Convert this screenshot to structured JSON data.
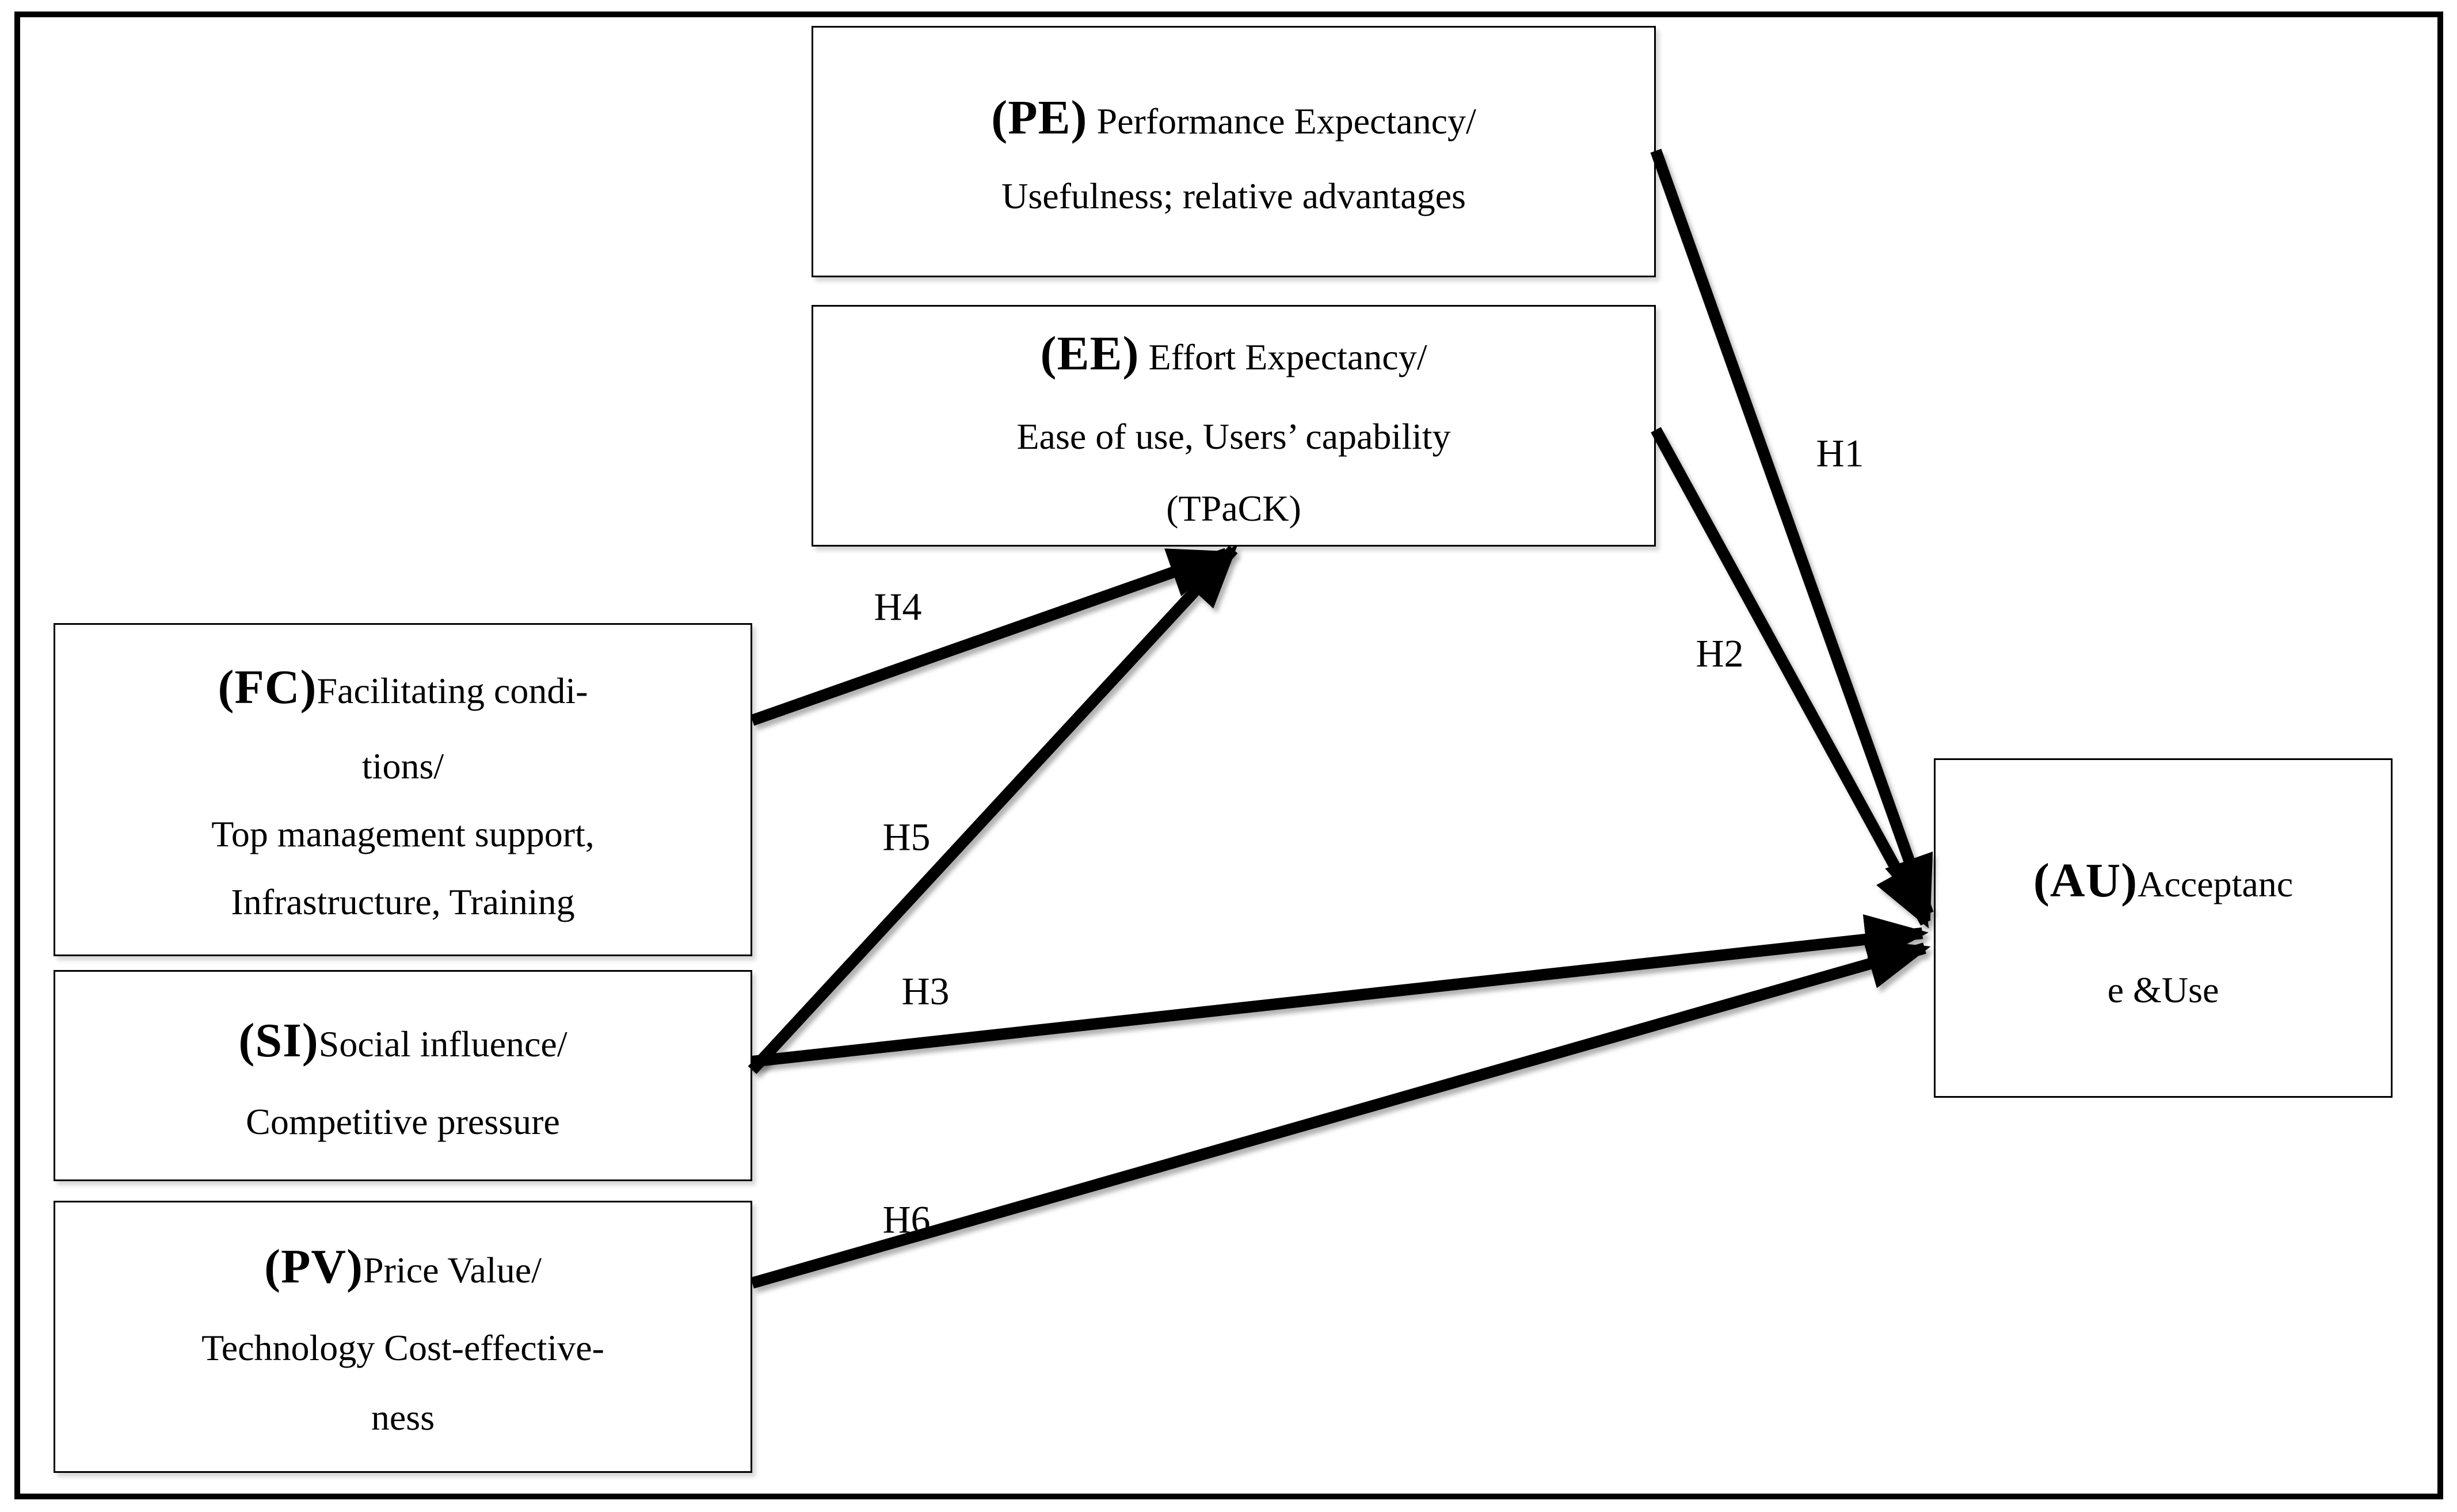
{
  "nodes": {
    "pe": {
      "code": "(PE)",
      "rest": " Performance Expectancy/",
      "lines": [
        "Usefulness; relative advantages"
      ]
    },
    "ee": {
      "code": "(EE)",
      "rest": " Effort Expectancy/",
      "lines": [
        "Ease of use, Users’ capability",
        "(TPaCK)"
      ]
    },
    "fc": {
      "code": "(FC)",
      "rest": "Facilitating condi-",
      "lines": [
        "tions/",
        "Top management support,",
        "Infrastructure, Training"
      ]
    },
    "si": {
      "code": "(SI)",
      "rest": "Social influence/",
      "lines": [
        "Competitive pressure"
      ]
    },
    "pv": {
      "code": "(PV)",
      "rest": "Price Value/",
      "lines": [
        "Technology Cost-effective-",
        "ness"
      ]
    },
    "au": {
      "code": "(AU)",
      "rest": "Acceptanc",
      "lines": [
        "e &Use"
      ]
    }
  },
  "arrow_labels": {
    "h1": "H1",
    "h2": "H2",
    "h3": "H3",
    "h4": "H4",
    "h5": "H5",
    "h6": "H6"
  },
  "colors": {
    "ink": "#000000",
    "background": "#ffffff"
  }
}
